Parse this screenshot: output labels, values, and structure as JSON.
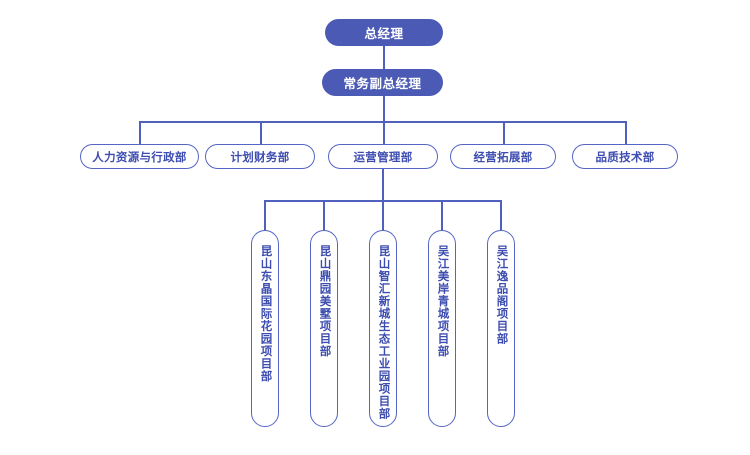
{
  "chart_title": "",
  "colors": {
    "node_fill": "#4b5bb5",
    "node_border": "#5565c4",
    "line": "#4f60bd",
    "text_on_fill": "#ffffff",
    "text_outlined": "#3d4db0",
    "background": "#ffffff"
  },
  "executives": [
    {
      "label": "总经理"
    },
    {
      "label": "常务副总经理"
    }
  ],
  "departments": [
    {
      "label": "人力资源与行政部"
    },
    {
      "label": "计划财务部"
    },
    {
      "label": "运营管理部"
    },
    {
      "label": "经营拓展部"
    },
    {
      "label": "品质技术部"
    }
  ],
  "projects": [
    {
      "label": "昆山东晶国际花园项目部"
    },
    {
      "label": "昆山鼎园美墅项目部"
    },
    {
      "label": "昆山智汇新城生态工业园项目部"
    },
    {
      "label": "吴江美岸青城项目部"
    },
    {
      "label": "吴江逸品阁项目部"
    }
  ]
}
